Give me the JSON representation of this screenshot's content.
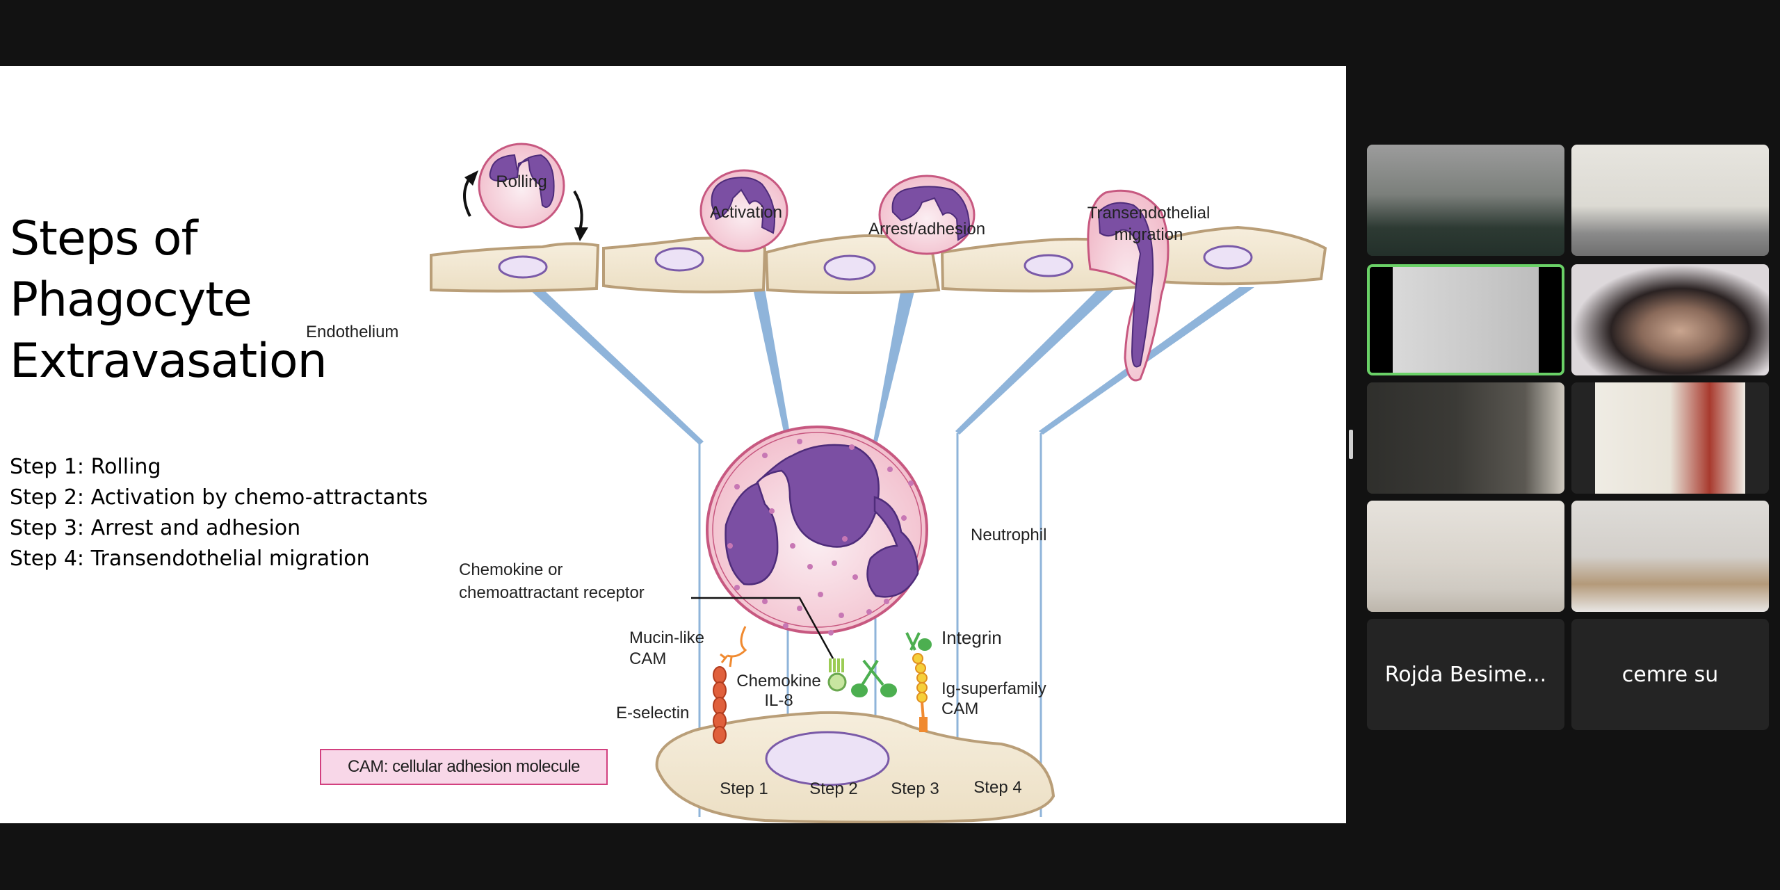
{
  "slide": {
    "title_lines": [
      "Steps of",
      "Phagocyte",
      "Extravasation"
    ],
    "steps": [
      "Step 1: Rolling",
      "Step 2: Activation by chemo-attractants",
      "Step 3: Arrest and adhesion",
      "Step 4: Transendothelial migration"
    ],
    "diagram": {
      "stage_labels": {
        "rolling": "Rolling",
        "activation": "Activation",
        "arrest": "Arrest/adhesion",
        "migration_line1": "Transendothelial",
        "migration_line2": "migration"
      },
      "endothelium": "Endothelium",
      "neutrophil": "Neutrophil",
      "receptor_line1": "Chemokine or",
      "receptor_line2": "chemoattractant receptor",
      "mucin_line1": "Mucin-like",
      "mucin_line2": "CAM",
      "e_selectin": "E-selectin",
      "chemokine_line1": "Chemokine",
      "chemokine_line2": "IL-8",
      "integrin": "Integrin",
      "ig_line1": "Ig-superfamily",
      "ig_line2": "CAM",
      "step_columns": [
        "Step 1",
        "Step 2",
        "Step 3",
        "Step 4"
      ],
      "legend": "CAM: cellular adhesion molecule"
    },
    "colors": {
      "cytoplasm": "#f3c4d0",
      "nucleus": "#7b4fa3",
      "endothelium": "#f1e6d0",
      "endothelium_border": "#b99e78",
      "connector_blue": "#7aa6d2",
      "e_selectin": "#e0603c",
      "integrin": "#4caf50",
      "ig_cam": "#f0a030"
    }
  },
  "gallery": {
    "participants": [
      {
        "name": "",
        "video": true,
        "active": false
      },
      {
        "name": "",
        "video": true,
        "active": false
      },
      {
        "name": "",
        "video": true,
        "active": true
      },
      {
        "name": "",
        "video": true,
        "active": false
      },
      {
        "name": "",
        "video": true,
        "active": false
      },
      {
        "name": "",
        "video": true,
        "active": false
      },
      {
        "name": "",
        "video": true,
        "active": false
      },
      {
        "name": "",
        "video": true,
        "active": false
      },
      {
        "name": "Rojda Besime...",
        "video": false,
        "active": false
      },
      {
        "name": "cemre su",
        "video": false,
        "active": false
      }
    ],
    "active_speaker_color": "#6ad167"
  }
}
